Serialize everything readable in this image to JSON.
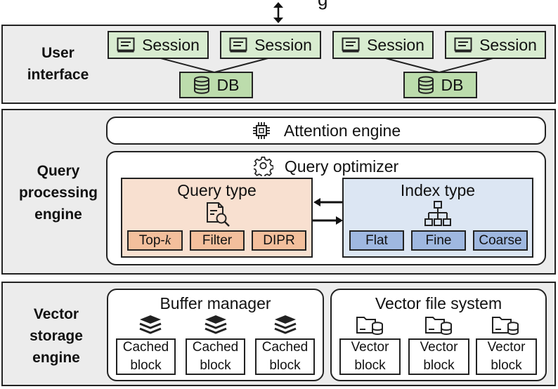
{
  "top_arrow": {
    "partial_label": "g"
  },
  "user_interface": {
    "label_lines": [
      "User",
      "interface"
    ],
    "sessions": [
      "Session",
      "Session",
      "Session",
      "Session"
    ],
    "dbs": [
      "DB",
      "DB"
    ]
  },
  "query_engine": {
    "label_lines": [
      "Query",
      "processing",
      "engine"
    ],
    "attention_engine": "Attention engine",
    "query_optimizer": "Query optimizer",
    "query_type": {
      "title": "Query type",
      "items": [
        "Top-",
        "Filter",
        "DIPR"
      ],
      "top_k_var": "k"
    },
    "index_type": {
      "title": "Index type",
      "items": [
        "Flat",
        "Fine",
        "Coarse"
      ]
    }
  },
  "storage_engine": {
    "label_lines": [
      "Vector",
      "storage",
      "engine"
    ],
    "buffer_manager": {
      "title": "Buffer manager",
      "blocks": [
        [
          "Cached",
          "block"
        ],
        [
          "Cached",
          "block"
        ],
        [
          "Cached",
          "block"
        ]
      ]
    },
    "vector_fs": {
      "title": "Vector file system",
      "blocks": [
        [
          "Vector",
          "block"
        ],
        [
          "Vector",
          "block"
        ],
        [
          "Vector",
          "block"
        ]
      ]
    }
  },
  "colors": {
    "ui_session": "#d8ecd0",
    "ui_db": "#bcdcac",
    "query_box": "#f8e0d0",
    "query_chip": "#f3bf9c",
    "index_box": "#dce6f3",
    "index_chip": "#9fb8e0",
    "layer_bg": "#ececec"
  }
}
